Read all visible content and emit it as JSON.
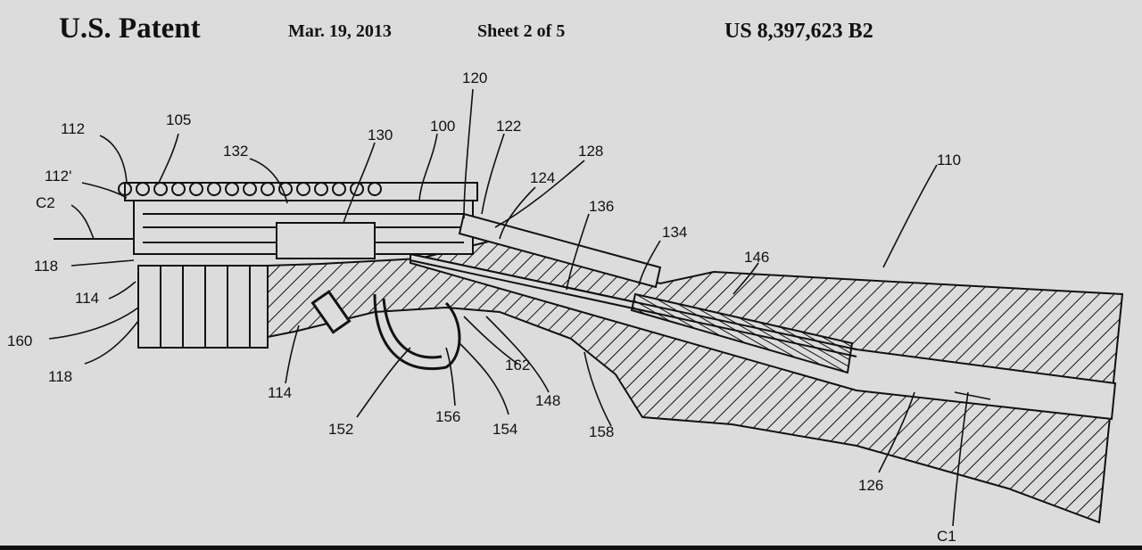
{
  "header": {
    "title": "U.S. Patent",
    "date": "Mar. 19, 2013",
    "sheet": "Sheet 2 of 5",
    "patent_number": "US 8,397,623 B2"
  },
  "drawing": {
    "colors": {
      "line": "#111111",
      "background": "#dcdcdc"
    },
    "reference_numerals": [
      "112",
      "105",
      "112'",
      "C2",
      "132",
      "130",
      "100",
      "120",
      "122",
      "128",
      "124",
      "136",
      "110",
      "118",
      "114",
      "134",
      "146",
      "160",
      "118",
      "114",
      "152",
      "156",
      "154",
      "162",
      "148",
      "158",
      "126",
      "C1"
    ]
  }
}
